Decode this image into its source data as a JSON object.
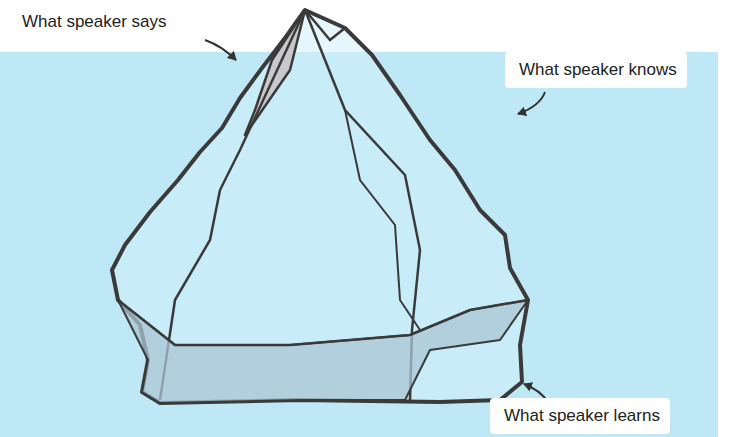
{
  "diagram": {
    "labels": [
      "What speaker says",
      "What speaker knows",
      "What speaker learns"
    ]
  }
}
